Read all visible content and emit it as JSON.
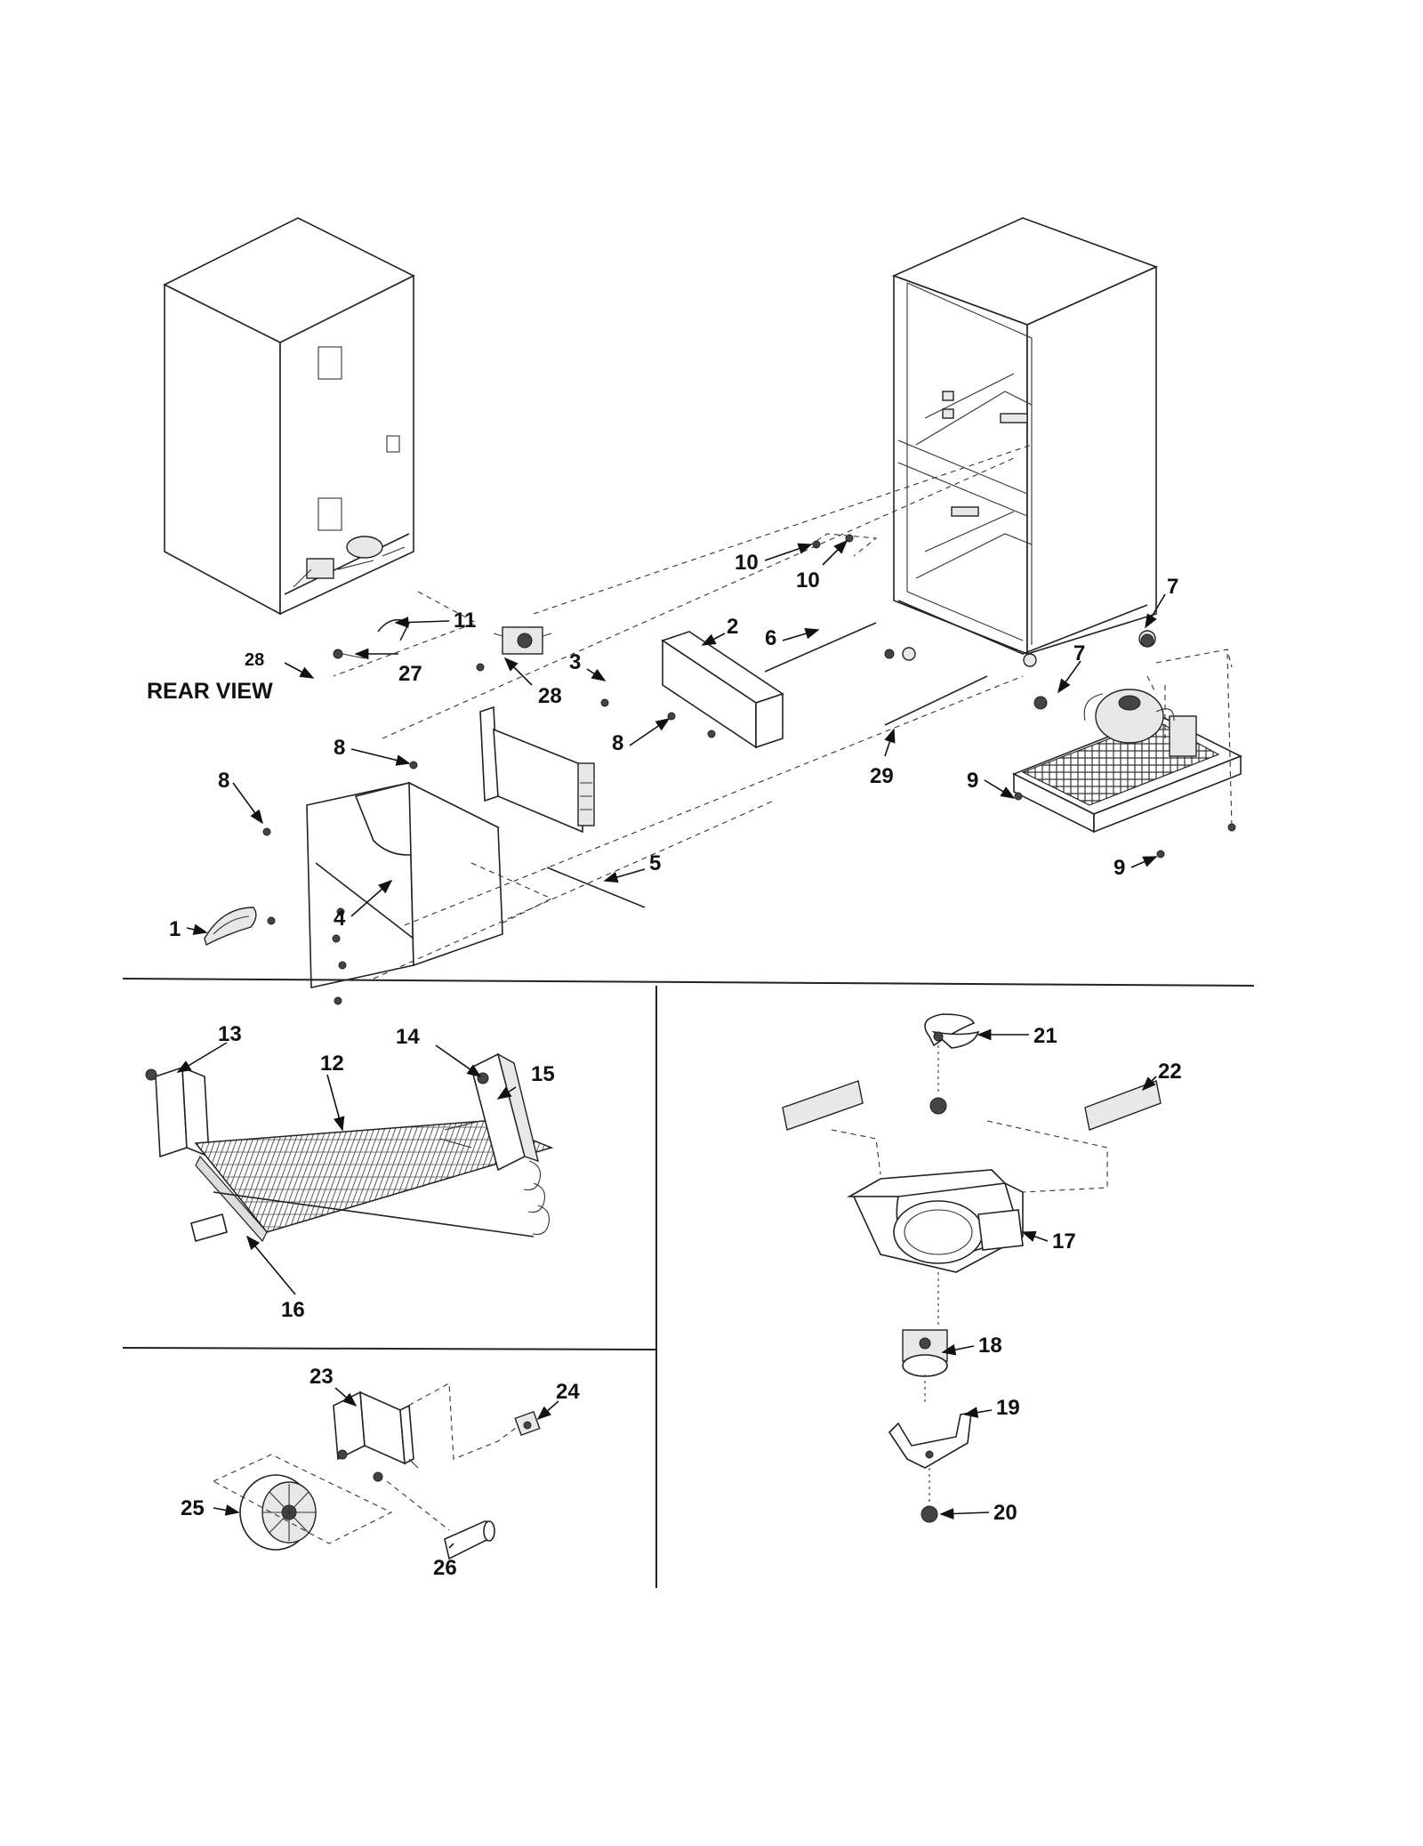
{
  "diagram": {
    "rear_view_label": "REAR VIEW",
    "callouts": {
      "c1": "1",
      "c2": "2",
      "c3": "3",
      "c4": "4",
      "c5": "5",
      "c6": "6",
      "c7a": "7",
      "c7b": "7",
      "c8a": "8",
      "c8b": "8",
      "c8c": "8",
      "c9a": "9",
      "c9b": "9",
      "c10a": "10",
      "c10b": "10",
      "c11": "11",
      "c12": "12",
      "c13": "13",
      "c14": "14",
      "c15": "15",
      "c16": "16",
      "c17": "17",
      "c18": "18",
      "c19": "19",
      "c20": "20",
      "c21": "21",
      "c22": "22",
      "c23": "23",
      "c24": "24",
      "c25": "25",
      "c26": "26",
      "c27": "27",
      "c28a": "28",
      "c28b": "28",
      "c29": "29"
    }
  }
}
